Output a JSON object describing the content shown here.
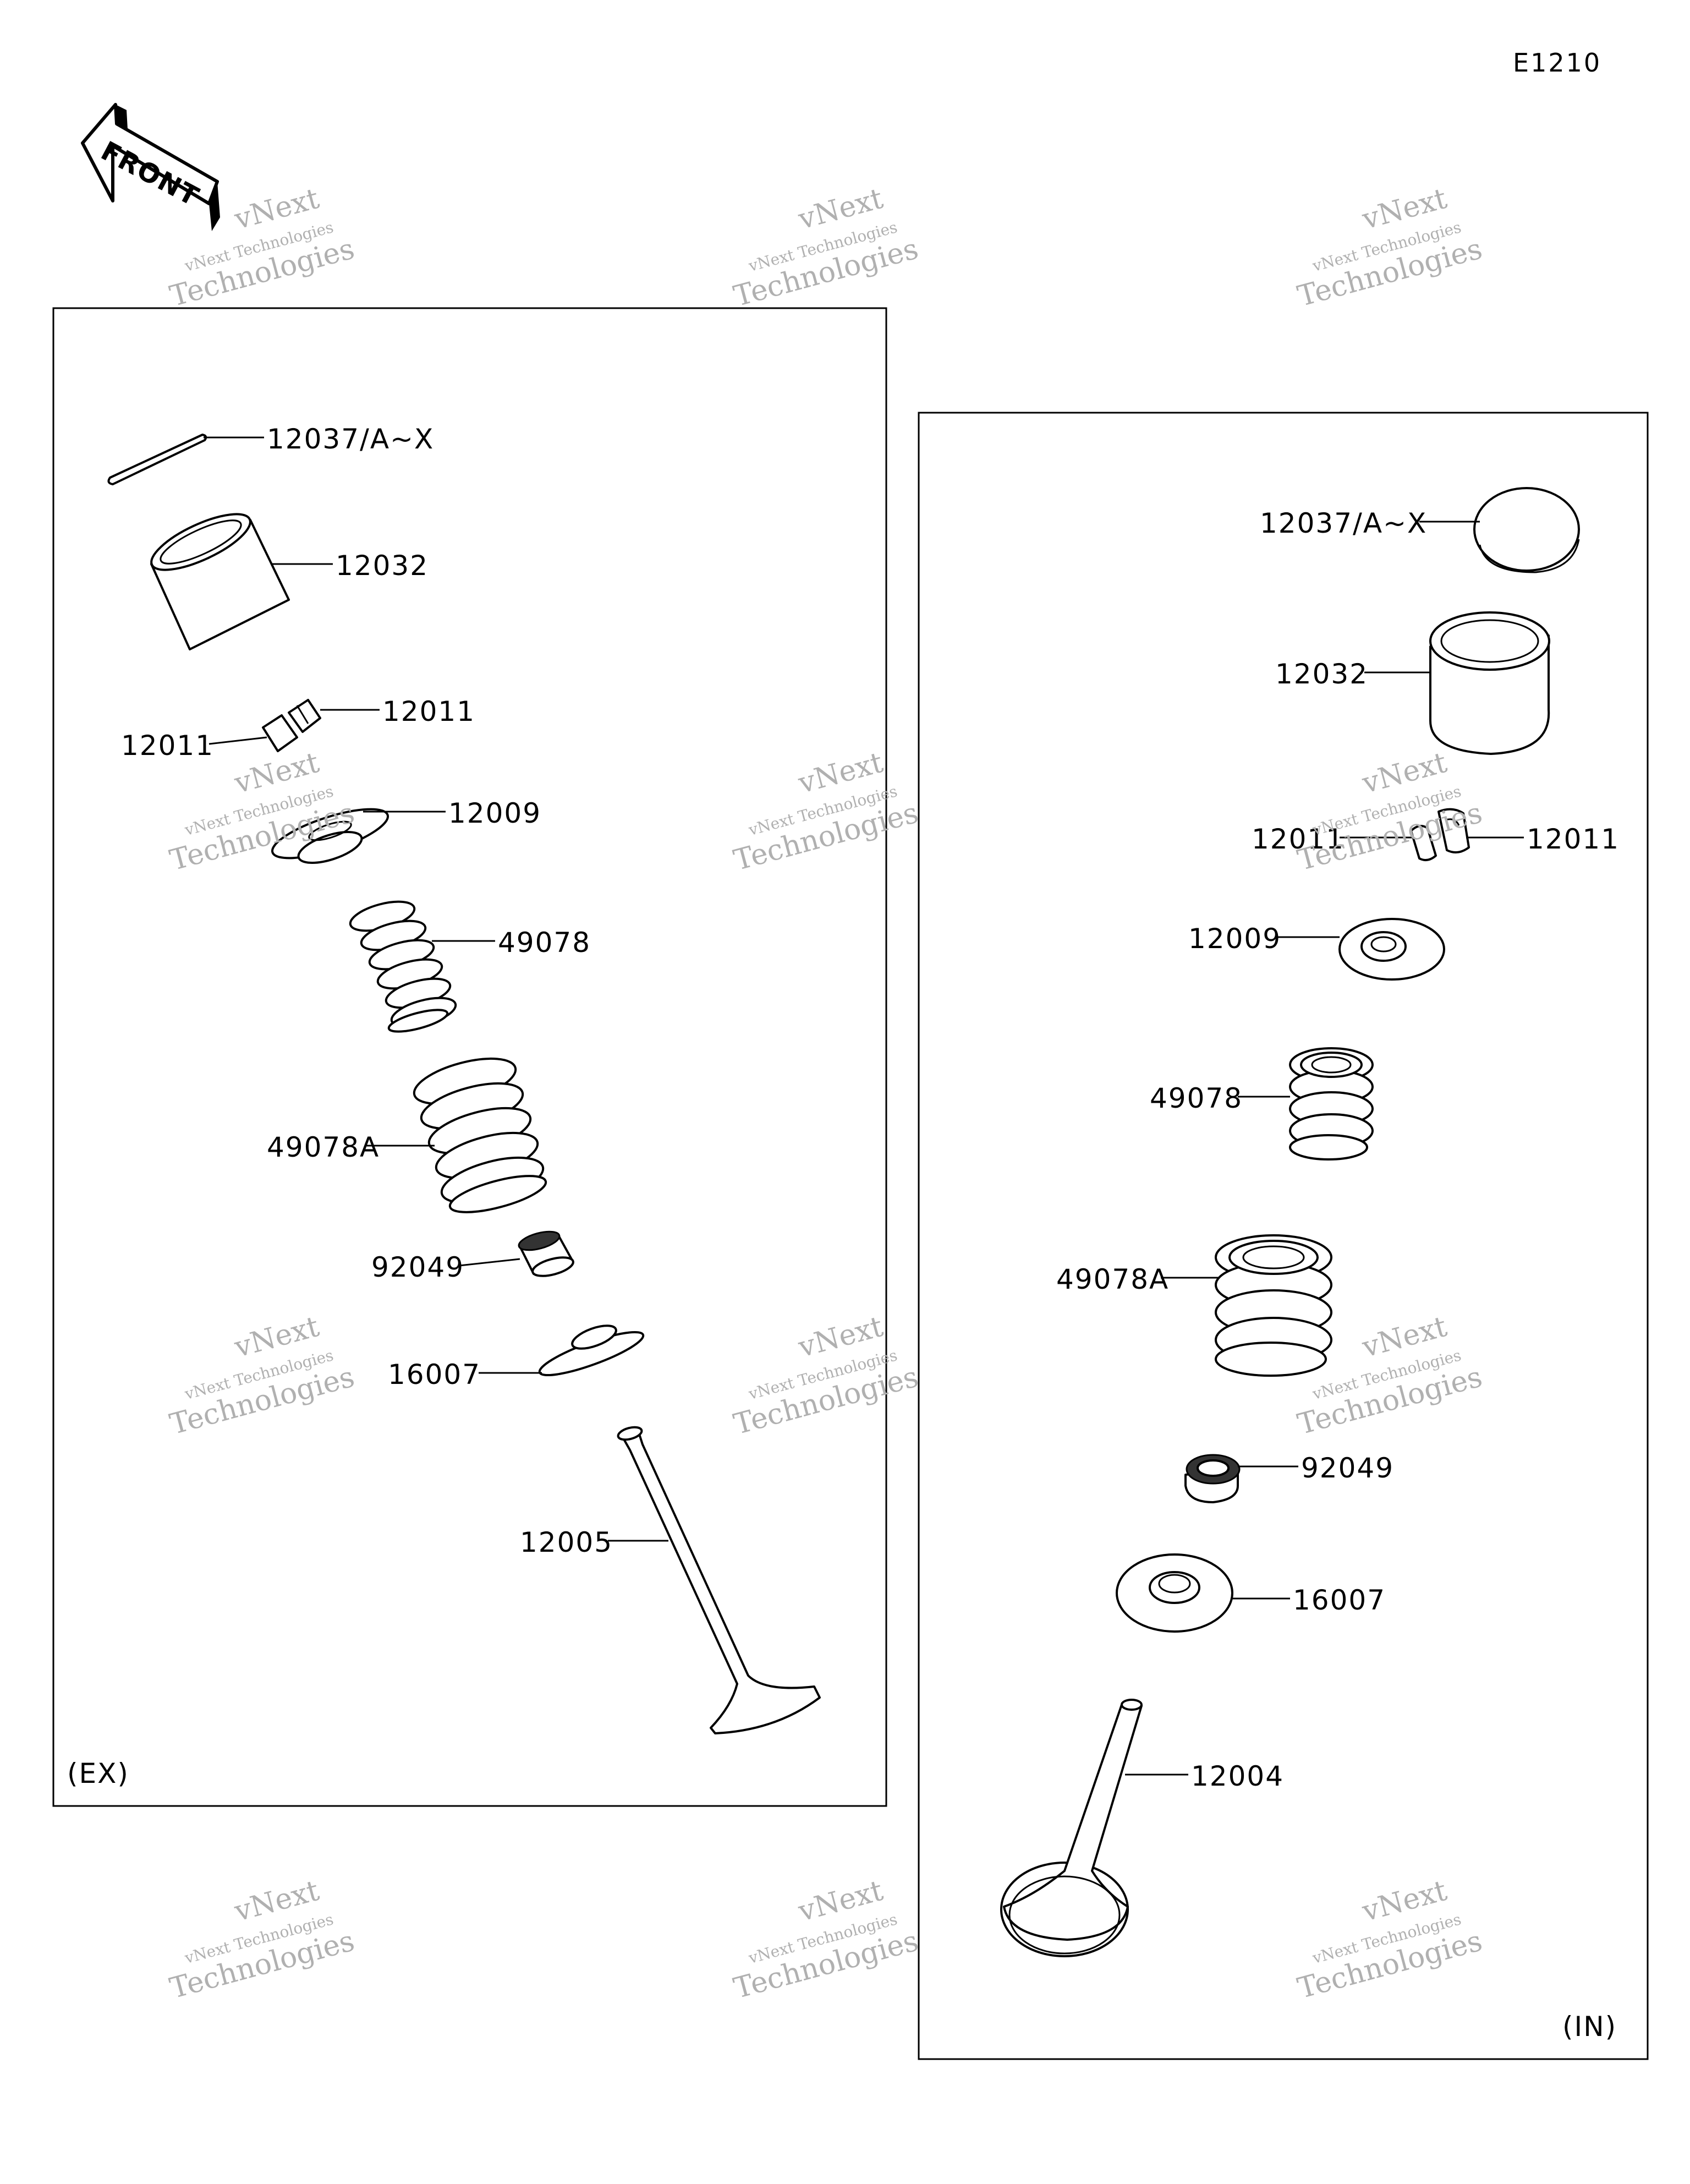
{
  "diagram_code": "E1210",
  "front_arrow_label": "FRONT",
  "watermark": {
    "line1": "vNext",
    "line2": "vNext Technologies",
    "line3": "Technologies"
  },
  "panels": {
    "exhaust": {
      "label": "(EX)",
      "parts": {
        "shim": "12037/A~X",
        "lifter": "12032",
        "cotter_right": "12011",
        "cotter_left": "12011",
        "retainer": "12009",
        "inner_spring": "49078",
        "outer_spring": "49078A",
        "stem_seal": "92049",
        "spring_seat": "16007",
        "valve": "12005"
      }
    },
    "intake": {
      "label": "(IN)",
      "parts": {
        "shim": "12037/A~X",
        "lifter": "12032",
        "cotter_left": "12011",
        "cotter_right": "12011",
        "retainer": "12009",
        "inner_spring": "49078",
        "outer_spring": "49078A",
        "stem_seal": "92049",
        "spring_seat": "16007",
        "valve": "12004"
      }
    }
  }
}
